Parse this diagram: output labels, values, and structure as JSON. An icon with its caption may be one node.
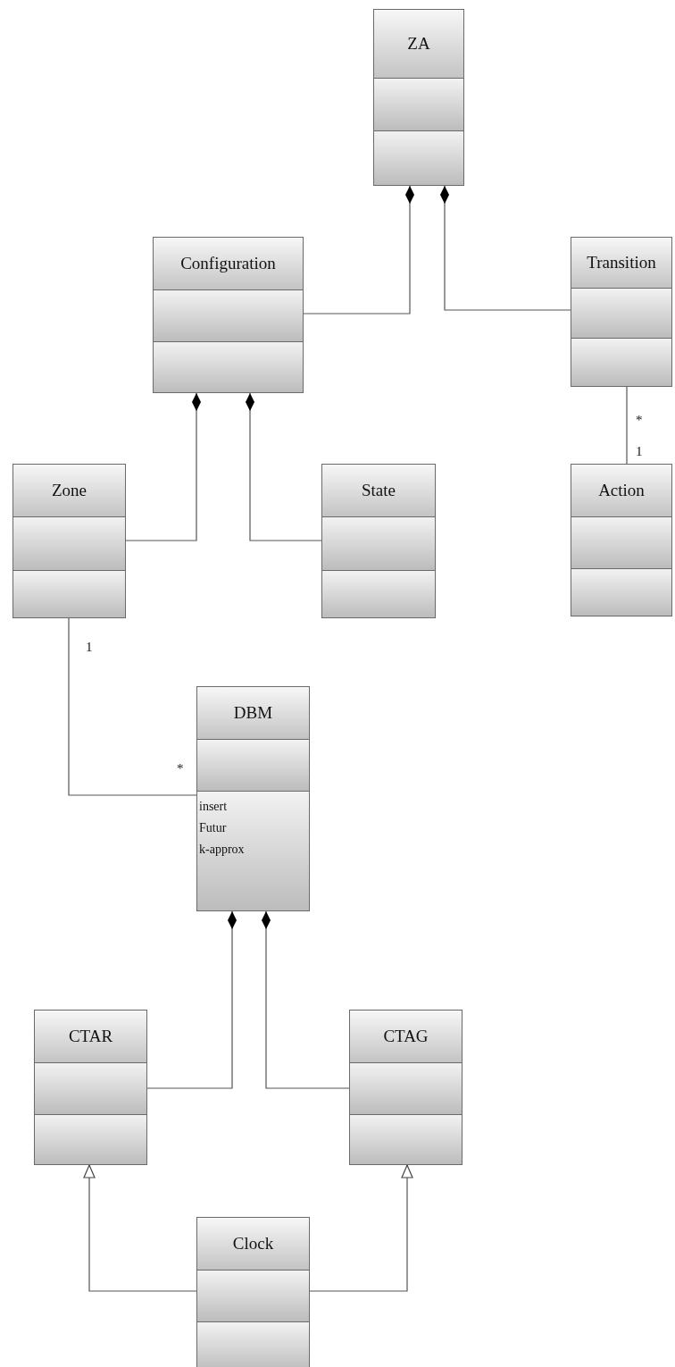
{
  "diagram": {
    "nodes": [
      {
        "text": [
          "ZA"
        ]
      },
      {
        "text": [
          "Configuration"
        ]
      },
      {
        "text": [
          "Transition"
        ]
      },
      {
        "text": [
          "Zone"
        ]
      },
      {
        "text": [
          "State"
        ]
      },
      {
        "text": [
          "Action"
        ]
      },
      {
        "text": [
          "DBM",
          "insert",
          "Futur",
          "k-approx"
        ]
      },
      {
        "text": [
          "CTAR"
        ]
      },
      {
        "text": [
          "CTAG"
        ]
      },
      {
        "text": [
          "Clock"
        ]
      }
    ],
    "edges": [
      {
        "from": 1,
        "to": 0,
        "arrow": "other"
      },
      {
        "from": 2,
        "to": 0,
        "arrow": "other"
      },
      {
        "from": 2,
        "to": 5,
        "arrow": "none"
      },
      {
        "from": 3,
        "to": 1,
        "arrow": "other"
      },
      {
        "from": 4,
        "to": 1,
        "arrow": "other"
      },
      {
        "from": 3,
        "to": 6,
        "arrow": "none"
      },
      {
        "from": 7,
        "to": 6,
        "arrow": "other"
      },
      {
        "from": 8,
        "to": 6,
        "arrow": "other"
      },
      {
        "from": 9,
        "to": 7,
        "arrow": "to"
      },
      {
        "from": 9,
        "to": 8,
        "arrow": "to"
      }
    ],
    "labels": [
      "*",
      "1",
      "1",
      "*"
    ]
  }
}
